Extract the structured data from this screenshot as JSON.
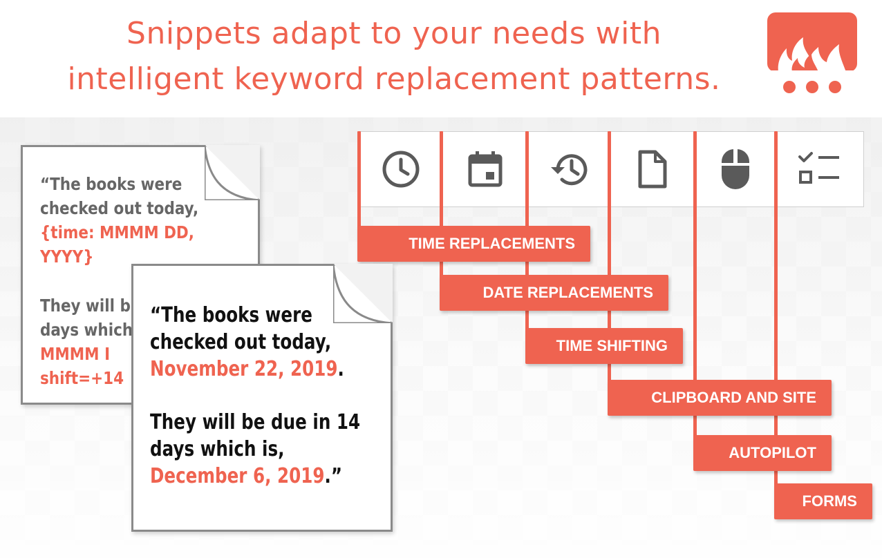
{
  "header": {
    "headline_line1": "Snippets adapt to your needs with",
    "headline_line2": "intelligent keyword replacement patterns.",
    "logo_icon": "flame-ellipsis-logo"
  },
  "colors": {
    "accent": "#ef6350",
    "icon_gray": "#5a5a5a",
    "doc_border": "#8a8a8a"
  },
  "documents": {
    "template": {
      "line1": "“The books were",
      "line2": "checked out today,",
      "line3": "{time: MMMM DD,",
      "line4": "YYYY}",
      "line5": "They will b",
      "line6": "days which",
      "line7": "MMMM I",
      "line8": "shift=+14"
    },
    "result": {
      "line1": "“The books were",
      "line2": "checked out today,",
      "line3_value": "November 22, 2019",
      "line3_end": ".",
      "line4": "They will be due in 14",
      "line5": "days which is,",
      "line6_value": "December 6, 2019",
      "line6_end": ".”"
    }
  },
  "icons": [
    {
      "name": "clock-icon"
    },
    {
      "name": "calendar-icon"
    },
    {
      "name": "history-icon"
    },
    {
      "name": "document-icon"
    },
    {
      "name": "mouse-icon"
    },
    {
      "name": "checklist-icon"
    }
  ],
  "features": [
    {
      "label": "TIME REPLACEMENTS"
    },
    {
      "label": "DATE REPLACEMENTS"
    },
    {
      "label": "TIME SHIFTING"
    },
    {
      "label": "CLIPBOARD AND SITE"
    },
    {
      "label": "AUTOPILOT"
    },
    {
      "label": "FORMS"
    }
  ]
}
